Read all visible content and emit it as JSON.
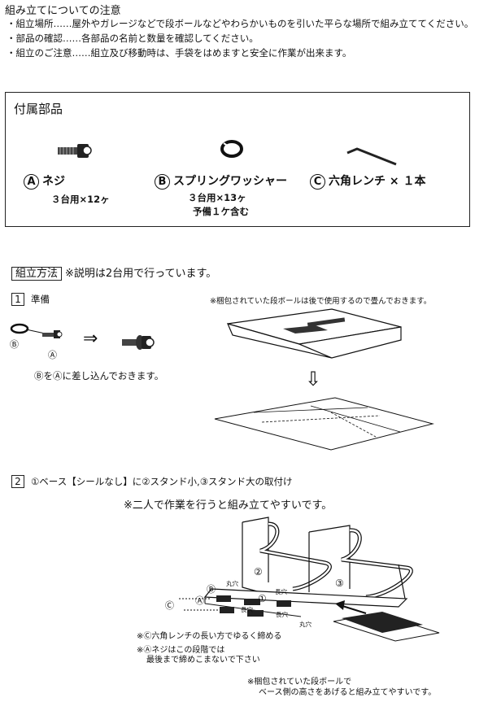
{
  "header": {
    "title": "組み立てについての注意",
    "notes": [
      "・組立場所……屋外やガレージなどで段ボールなどやわらかいものを引いた平らな場所で組み立ててください。",
      "・部品の確認……各部品の名前と数量を確認してください。",
      "・組立のご注意……組立及び移動時は、手袋をはめますと安全に作業が出来ます。"
    ]
  },
  "parts": {
    "title": "付属部品",
    "items": [
      {
        "letter": "A",
        "name": "ネジ",
        "qty": "３台用×12ヶ",
        "extra": "",
        "icon": "screw-icon"
      },
      {
        "letter": "B",
        "name": "スプリングワッシャー",
        "qty": "３台用×13ヶ",
        "extra": "予備１ケ含む",
        "icon": "washer-icon"
      },
      {
        "letter": "C",
        "name": "六角レンチ × １本",
        "qty": "",
        "extra": "",
        "icon": "hex-wrench-icon"
      }
    ]
  },
  "method": {
    "label": "組立方法",
    "note": "※説明は2台用で行っています。"
  },
  "step1": {
    "number": "1",
    "title": "準備",
    "box_note": "※梱包されていた段ボールは後で使用するので畳んでおきます。",
    "label_b": "Ⓑ",
    "label_a": "Ⓐ",
    "instruction": "ⒷをⒶに差し込んでおきます。",
    "arrow": "⇒",
    "down_arrow": "⇩"
  },
  "step2": {
    "number": "2",
    "title": "①ベース【シールなし】に②スタンド小,③スタンド大の取付け",
    "tip": "※二人で作業を行うと組み立てやすいです。",
    "labels": {
      "c": "Ⓒ",
      "a": "Ⓐ",
      "b": "Ⓑ",
      "base": "①",
      "small_stand": "②",
      "large_stand": "③",
      "round_hole_1": "丸穴",
      "round_hole_2": "丸穴",
      "long_hole_1": "長穴",
      "long_hole_2": "長穴",
      "long_hole_3": "長穴"
    },
    "note_c": "※Ⓒ六角レンチの長い方でゆるく締める",
    "note_a1": "※Ⓐネジはこの段階では",
    "note_a2": "最後まで締めこまないで下さい",
    "box_note1": "※梱包されていた段ボールで",
    "box_note2": "ベース側の高さをあげると組み立てやすいです。"
  }
}
